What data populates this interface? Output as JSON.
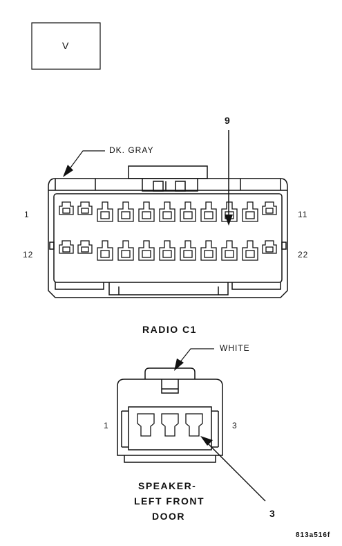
{
  "view_box": {
    "label": "V"
  },
  "radio_connector": {
    "wire_color": "DK. GRAY",
    "callout_pin": "9",
    "pin_left_top": "1",
    "pin_right_top": "11",
    "pin_left_bottom": "12",
    "pin_right_bottom": "22",
    "title": "RADIO C1"
  },
  "speaker_connector": {
    "wire_color": "WHITE",
    "pin_left": "1",
    "pin_right": "3",
    "callout_pin": "3",
    "title_line1": "SPEAKER-",
    "title_line2": "LEFT FRONT",
    "title_line3": "DOOR"
  },
  "figure_id": "813a516f",
  "colors": {
    "line": "#111111",
    "background": "#ffffff"
  }
}
